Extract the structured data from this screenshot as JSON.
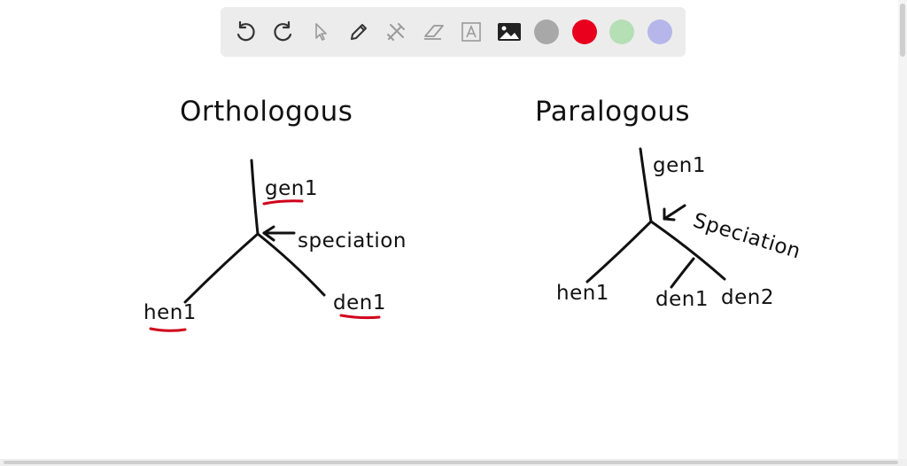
{
  "toolbar": {
    "tools": [
      {
        "name": "undo-icon"
      },
      {
        "name": "redo-icon"
      },
      {
        "name": "select-pointer-icon"
      },
      {
        "name": "pencil-icon"
      },
      {
        "name": "tools-icon"
      },
      {
        "name": "eraser-icon"
      },
      {
        "name": "text-box-icon"
      },
      {
        "name": "image-icon"
      }
    ],
    "colors": [
      "#a8a8a8",
      "#e8001c",
      "#b5dfb5",
      "#b6b6ea"
    ]
  },
  "canvas": {
    "orthologous": {
      "title": "Orthologous",
      "ancestor": "gen1",
      "event": "speciation",
      "left_leaf": "hen1",
      "right_leaf": "den1",
      "underline_color": "#d0021b"
    },
    "paralogous": {
      "title": "Paralogous",
      "ancestor": "gen1",
      "event": "Speciation",
      "left_leaf": "hen1",
      "mid_leaf": "den1",
      "right_leaf": "den2"
    }
  }
}
